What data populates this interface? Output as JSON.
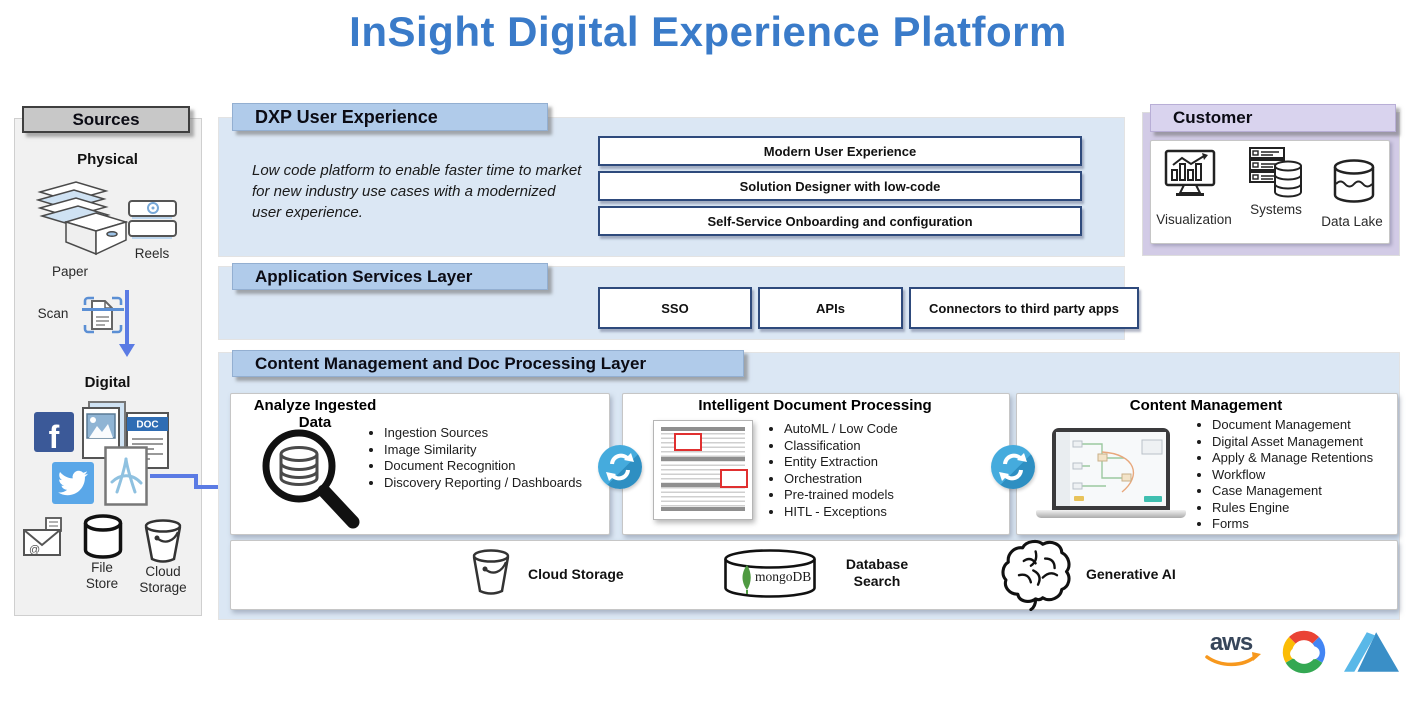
{
  "title": "InSight Digital Experience Platform",
  "colors": {
    "title_blue": "#3a7bc9",
    "panel_blue": "#dbe7f4",
    "tab_blue": "#b0cbea",
    "navy_border": "#2e4a7c",
    "panel_lavender": "#d2cbe6",
    "sync_blue": "#45abdd",
    "arrow_blue": "#5b7be4",
    "aws_orange": "#f7981d",
    "mongo_green": "#4f9a41"
  },
  "sources": {
    "header": "Sources",
    "physical": "Physical",
    "paper": "Paper",
    "reels": "Reels",
    "scan": "Scan",
    "digital": "Digital",
    "file_store": "File Store",
    "cloud_storage": "Cloud Storage"
  },
  "dxp": {
    "header": "DXP User Experience",
    "description": "Low code platform to enable faster time to market for new industry use cases with a modernized user experience.",
    "items": [
      "Modern User Experience",
      "Solution Designer with low-code",
      "Self-Service Onboarding and configuration"
    ]
  },
  "customer": {
    "header": "Customer",
    "visualization": "Visualization",
    "systems": "Systems",
    "data_lake": "Data Lake"
  },
  "app_services": {
    "header": "Application Services Layer",
    "items": [
      "SSO",
      "APIs",
      "Connectors to third party apps"
    ]
  },
  "content_layer": {
    "header": "Content Management and Doc Processing Layer",
    "analyze": {
      "title": "Analyze Ingested Data",
      "bullets": [
        "Ingestion Sources",
        "Image Similarity",
        "Document Recognition",
        "Discovery Reporting / Dashboards"
      ]
    },
    "idp": {
      "title": "Intelligent Document Processing",
      "bullets": [
        "AutoML / Low Code",
        "Classification",
        "Entity Extraction",
        "Orchestration",
        "Pre-trained models",
        "HITL - Exceptions"
      ]
    },
    "cm": {
      "title": "Content Management",
      "bullets": [
        "Document Management",
        "Digital Asset Management",
        "Apply & Manage Retentions",
        "Workflow",
        "Case Management",
        "Rules Engine",
        "Forms"
      ]
    },
    "infra": {
      "cloud_storage": "Cloud Storage",
      "database_search": "Database Search",
      "generative_ai": "Generative AI"
    }
  },
  "icons": {
    "facebook": "f",
    "doc": "DOC",
    "mongodb": "mongoDB",
    "aws": "aws",
    "at": "@"
  }
}
